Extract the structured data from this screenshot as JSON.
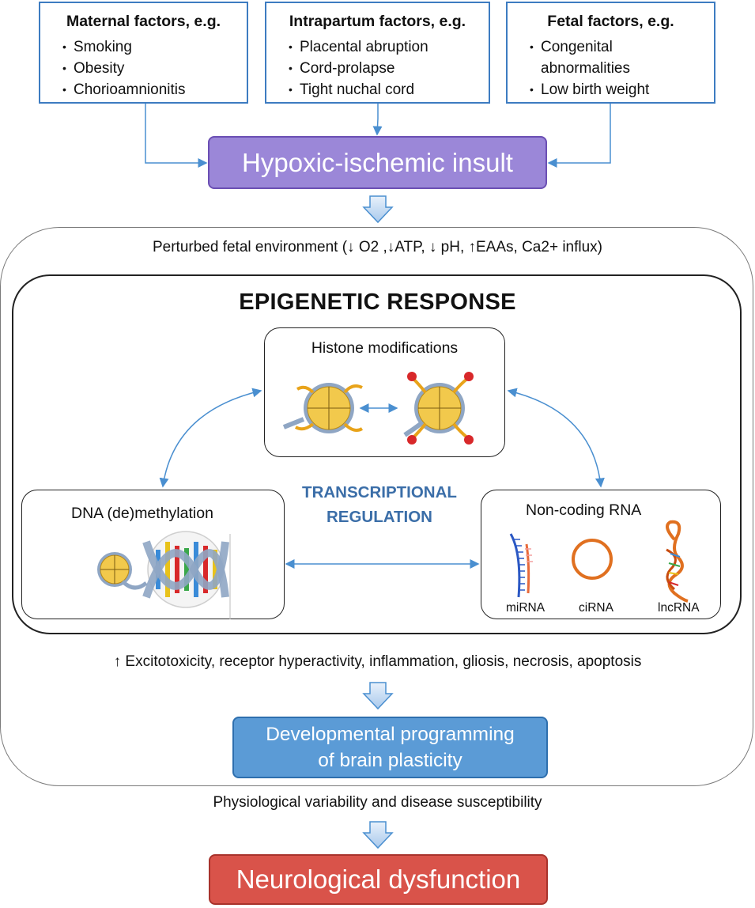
{
  "factors": {
    "maternal": {
      "title": "Maternal factors, e.g.",
      "items": [
        "Smoking",
        "Obesity",
        "Chorioamnionitis"
      ]
    },
    "intrapartum": {
      "title": "Intrapartum factors, e.g.",
      "items": [
        "Placental abruption",
        "Cord-prolapse",
        "Tight nuchal cord"
      ]
    },
    "fetal": {
      "title": "Fetal factors, e.g.",
      "items": [
        "Congenital abnormalities",
        "Low birth weight"
      ]
    }
  },
  "insult": "Hypoxic-ischemic insult",
  "perturbed": "Perturbed fetal environment (↓ O2 ,↓ATP, ↓ pH, ↑EAAs, Ca2+ influx)",
  "epigenetic_title": "EPIGENETIC RESPONSE",
  "histone": "Histone modifications",
  "dna": "DNA (de)methylation",
  "ncrna": {
    "title": "Non-coding RNA",
    "labels": [
      "miRNA",
      "ciRNA",
      "lncRNA"
    ]
  },
  "transcriptional": [
    "TRANSCRIPTIONAL",
    "REGULATION"
  ],
  "effects": "↑ Excitotoxicity, receptor hyperactivity, inflammation, gliosis, necrosis, apoptosis",
  "developmental": [
    "Developmental programming",
    "of brain plasticity"
  ],
  "variability": "Physiological variability and disease susceptibility",
  "outcome": "Neurological dysfunction",
  "colors": {
    "factor_border": "#3d7cc1",
    "insult_fill": "#9b87d8",
    "developmental_fill": "#5b9bd6",
    "outcome_fill": "#d9534a",
    "transcriptional_text": "#3b6ea8",
    "arrow": "#4a8fd0"
  }
}
